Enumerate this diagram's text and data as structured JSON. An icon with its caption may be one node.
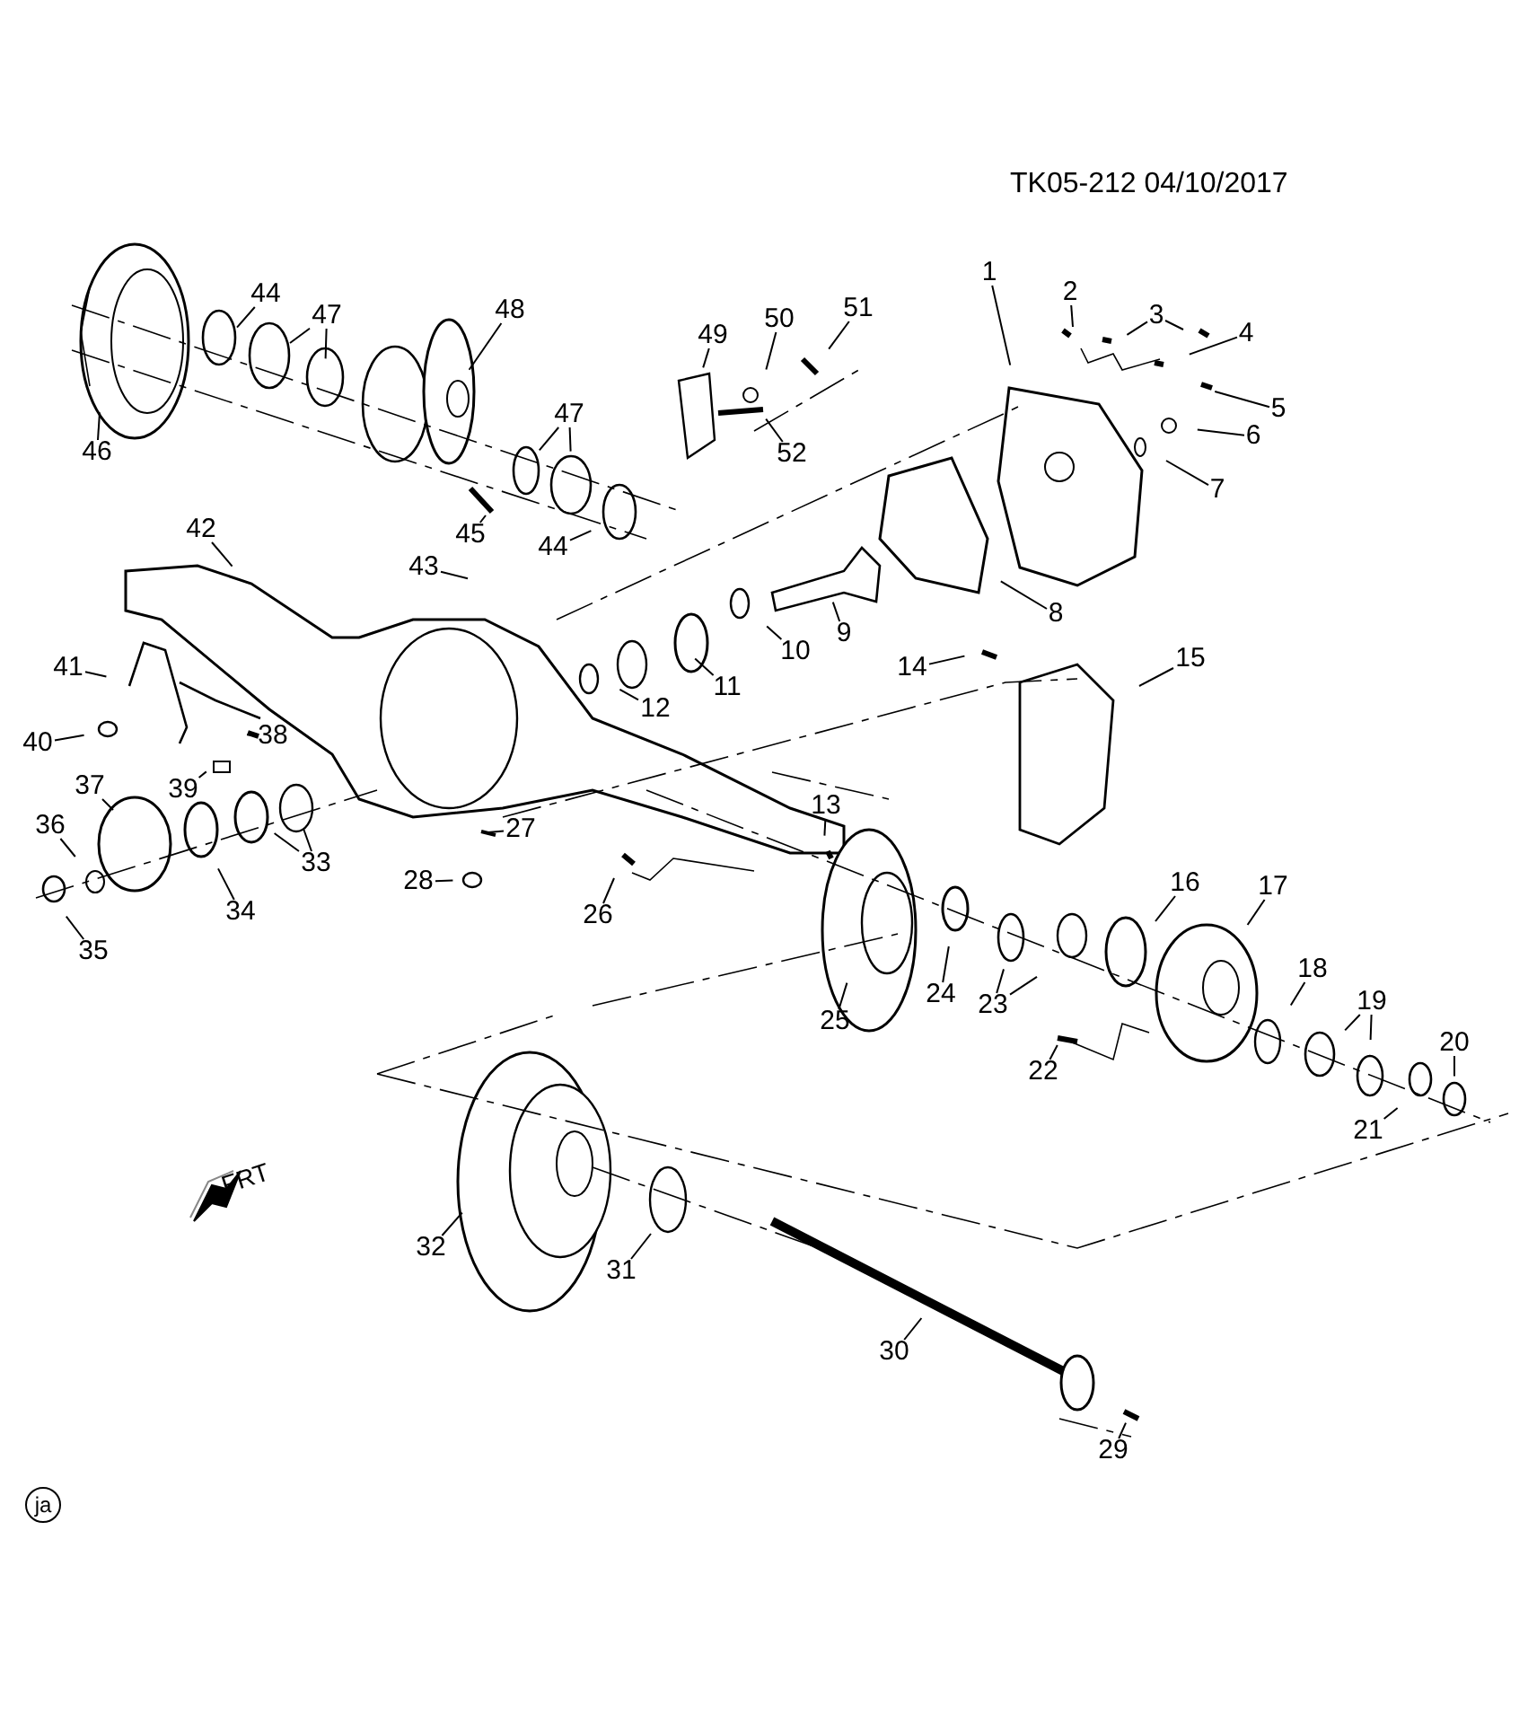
{
  "diagram": {
    "nodes": [
      {
        "text": [
          "1"
        ]
      },
      {
        "text": [
          "2"
        ]
      },
      {
        "text": [
          "3"
        ]
      },
      {
        "text": [
          "4"
        ]
      },
      {
        "text": [
          "5"
        ]
      },
      {
        "text": [
          "6"
        ]
      },
      {
        "text": [
          "7"
        ]
      },
      {
        "text": [
          "8"
        ]
      },
      {
        "text": [
          "9"
        ]
      },
      {
        "text": [
          "10"
        ]
      },
      {
        "text": [
          "11"
        ]
      },
      {
        "text": [
          "12"
        ]
      },
      {
        "text": [
          "13"
        ]
      },
      {
        "text": [
          "14"
        ]
      },
      {
        "text": [
          "15"
        ]
      },
      {
        "text": [
          "16"
        ]
      },
      {
        "text": [
          "17"
        ]
      },
      {
        "text": [
          "18"
        ]
      },
      {
        "text": [
          "19"
        ]
      },
      {
        "text": [
          "20"
        ]
      },
      {
        "text": [
          "21"
        ]
      },
      {
        "text": [
          "22"
        ]
      },
      {
        "text": [
          "23"
        ]
      },
      {
        "text": [
          "24"
        ]
      },
      {
        "text": [
          "25"
        ]
      },
      {
        "text": [
          "26"
        ]
      },
      {
        "text": [
          "27"
        ]
      },
      {
        "text": [
          "28"
        ]
      },
      {
        "text": [
          "29"
        ]
      },
      {
        "text": [
          "30"
        ]
      },
      {
        "text": [
          "31"
        ]
      },
      {
        "text": [
          "32"
        ]
      },
      {
        "text": [
          "33"
        ]
      },
      {
        "text": [
          "34"
        ]
      },
      {
        "text": [
          "35"
        ]
      },
      {
        "text": [
          "36"
        ]
      },
      {
        "text": [
          "37"
        ]
      },
      {
        "text": [
          "38"
        ]
      },
      {
        "text": [
          "39"
        ]
      },
      {
        "text": [
          "40"
        ]
      },
      {
        "text": [
          "41"
        ]
      },
      {
        "text": [
          "42"
        ]
      },
      {
        "text": [
          "43"
        ]
      },
      {
        "text": [
          "44"
        ]
      },
      {
        "text": [
          "44"
        ]
      },
      {
        "text": [
          "45"
        ]
      },
      {
        "text": [
          "46"
        ]
      },
      {
        "text": [
          "47"
        ]
      },
      {
        "text": [
          "47"
        ]
      },
      {
        "text": [
          "48"
        ]
      },
      {
        "text": [
          "49"
        ]
      },
      {
        "text": [
          "50"
        ]
      },
      {
        "text": [
          "51"
        ]
      },
      {
        "text": [
          "52"
        ]
      }
    ],
    "edges": [
      {
        "from": 0,
        "to": null,
        "arrow": "none"
      },
      {
        "from": 1,
        "to": null,
        "arrow": "none"
      },
      {
        "from": 2,
        "to": null,
        "arrow": "none"
      },
      {
        "from": 2,
        "to": null,
        "arrow": "none"
      },
      {
        "from": 3,
        "to": null,
        "arrow": "none"
      },
      {
        "from": 4,
        "to": null,
        "arrow": "none"
      },
      {
        "from": 5,
        "to": null,
        "arrow": "none"
      },
      {
        "from": 6,
        "to": null,
        "arrow": "none"
      },
      {
        "from": 7,
        "to": null,
        "arrow": "none"
      },
      {
        "from": 8,
        "to": null,
        "arrow": "none"
      },
      {
        "from": 9,
        "to": null,
        "arrow": "none"
      },
      {
        "from": 10,
        "to": null,
        "arrow": "none"
      },
      {
        "from": 11,
        "to": null,
        "arrow": "none"
      },
      {
        "from": 12,
        "to": null,
        "arrow": "none"
      },
      {
        "from": 13,
        "to": null,
        "arrow": "none"
      },
      {
        "from": 14,
        "to": null,
        "arrow": "none"
      },
      {
        "from": 15,
        "to": null,
        "arrow": "none"
      },
      {
        "from": 16,
        "to": null,
        "arrow": "none"
      },
      {
        "from": 17,
        "to": null,
        "arrow": "none"
      },
      {
        "from": 18,
        "to": null,
        "arrow": "none"
      },
      {
        "from": 18,
        "to": null,
        "arrow": "none"
      },
      {
        "from": 19,
        "to": null,
        "arrow": "none"
      },
      {
        "from": 20,
        "to": null,
        "arrow": "none"
      },
      {
        "from": 21,
        "to": null,
        "arrow": "none"
      },
      {
        "from": 22,
        "to": null,
        "arrow": "none"
      },
      {
        "from": 22,
        "to": null,
        "arrow": "none"
      },
      {
        "from": 23,
        "to": null,
        "arrow": "none"
      },
      {
        "from": 24,
        "to": null,
        "arrow": "none"
      },
      {
        "from": 25,
        "to": null,
        "arrow": "none"
      },
      {
        "from": 26,
        "to": null,
        "arrow": "none"
      },
      {
        "from": 27,
        "to": null,
        "arrow": "none"
      },
      {
        "from": 28,
        "to": null,
        "arrow": "none"
      },
      {
        "from": 29,
        "to": null,
        "arrow": "none"
      },
      {
        "from": 30,
        "to": null,
        "arrow": "none"
      },
      {
        "from": 31,
        "to": null,
        "arrow": "none"
      },
      {
        "from": 32,
        "to": null,
        "arrow": "none"
      },
      {
        "from": 32,
        "to": null,
        "arrow": "none"
      },
      {
        "from": 33,
        "to": null,
        "arrow": "none"
      },
      {
        "from": 34,
        "to": null,
        "arrow": "none"
      },
      {
        "from": 35,
        "to": null,
        "arrow": "none"
      },
      {
        "from": 36,
        "to": null,
        "arrow": "none"
      },
      {
        "from": 37,
        "to": null,
        "arrow": "none"
      },
      {
        "from": 38,
        "to": null,
        "arrow": "none"
      },
      {
        "from": 39,
        "to": null,
        "arrow": "none"
      },
      {
        "from": 40,
        "to": null,
        "arrow": "none"
      },
      {
        "from": 41,
        "to": null,
        "arrow": "none"
      },
      {
        "from": 42,
        "to": null,
        "arrow": "none"
      },
      {
        "from": 43,
        "to": null,
        "arrow": "none"
      },
      {
        "from": 44,
        "to": null,
        "arrow": "none"
      },
      {
        "from": 45,
        "to": null,
        "arrow": "none"
      },
      {
        "from": 46,
        "to": null,
        "arrow": "none"
      },
      {
        "from": 47,
        "to": null,
        "arrow": "none"
      },
      {
        "from": 47,
        "to": null,
        "arrow": "none"
      },
      {
        "from": 48,
        "to": null,
        "arrow": "none"
      },
      {
        "from": 48,
        "to": null,
        "arrow": "none"
      },
      {
        "from": 49,
        "to": null,
        "arrow": "none"
      },
      {
        "from": 50,
        "to": null,
        "arrow": "none"
      },
      {
        "from": 51,
        "to": null,
        "arrow": "none"
      },
      {
        "from": 52,
        "to": null,
        "arrow": "none"
      },
      {
        "from": 53,
        "to": null,
        "arrow": "none"
      }
    ],
    "labels": [
      "TK05-212 04/10/2017",
      "FRT",
      "ja"
    ]
  }
}
